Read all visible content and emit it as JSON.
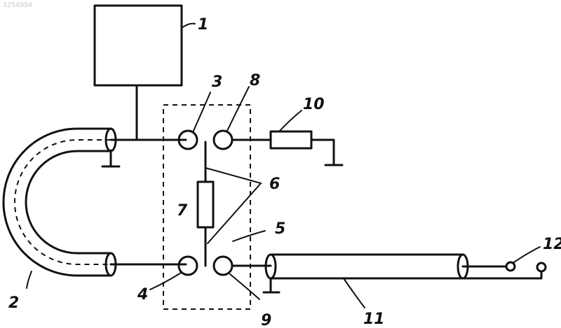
{
  "stamp": "1254994",
  "labels": {
    "l1": "1",
    "l2": "2",
    "l3": "3",
    "l4": "4",
    "l5": "5",
    "l6": "6",
    "l7": "7",
    "l8": "8",
    "l9": "9",
    "l10": "10",
    "l11": "11",
    "l12": "12"
  }
}
